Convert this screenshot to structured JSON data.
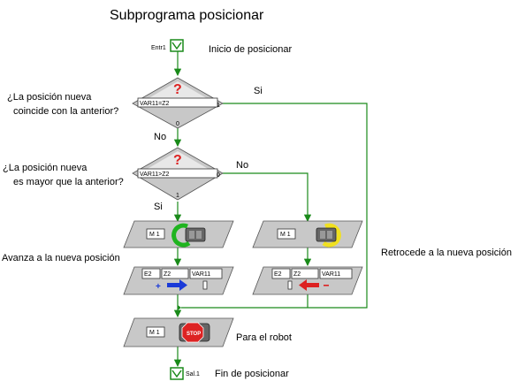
{
  "title": "Subprograma posicionar",
  "entry": {
    "label": "Entr1",
    "text": "Inicio de posicionar"
  },
  "decision1": {
    "question": [
      "¿La posición nueva",
      "coincide con la anterior?"
    ],
    "field": "VAR11=Z2",
    "port_right": "1",
    "port_bottom": "0",
    "yes": "Si",
    "no": "No"
  },
  "decision2": {
    "question": [
      "¿La posición nueva",
      "es mayor que la anterior?"
    ],
    "field": "VAR11>Z2",
    "port_right": "0",
    "port_bottom": "1",
    "yes": "Si",
    "no": "No"
  },
  "motor_left": {
    "field": "M 1"
  },
  "motor_right": {
    "field": "M 1"
  },
  "advance": {
    "label": "Avanza a la nueva posición",
    "e": "E2",
    "z": "Z2",
    "var": "VAR11"
  },
  "retreat": {
    "label": "Retrocede a la nueva posición",
    "e": "E2",
    "z": "Z2",
    "var": "VAR11"
  },
  "stop": {
    "field": "M 1",
    "icon_text": "STOP",
    "label": "Para el robot"
  },
  "exit": {
    "label": "Sal.1",
    "text": "Fin de posicionar"
  },
  "colors": {
    "wire": "#1a8a1a",
    "block": "#c8c8c8",
    "red": "#dd2222",
    "blue": "#1a3ad8"
  }
}
